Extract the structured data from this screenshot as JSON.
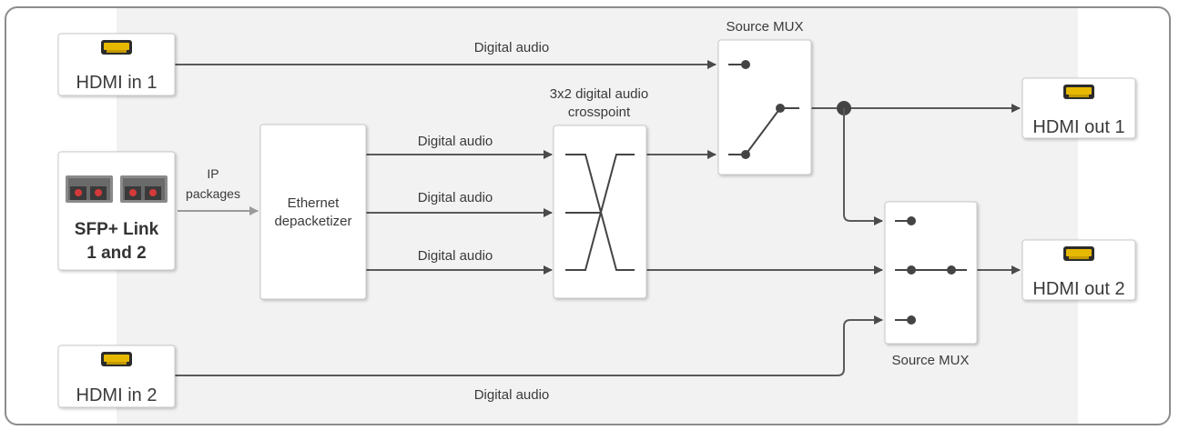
{
  "inputs": {
    "hdmi_in_1": "HDMI in 1",
    "hdmi_in_2": "HDMI in 2",
    "sfp_line1": "SFP+ Link",
    "sfp_line2": "1 and 2"
  },
  "outputs": {
    "hdmi_out_1": "HDMI out 1",
    "hdmi_out_2": "HDMI out 2"
  },
  "blocks": {
    "ethernet_line1": "Ethernet",
    "ethernet_line2": "depacketizer",
    "crosspoint_line1": "3x2 digital audio",
    "crosspoint_line2": "crosspoint",
    "source_mux_top": "Source MUX",
    "source_mux_bottom": "Source MUX"
  },
  "links": {
    "ip_line1": "IP",
    "ip_line2": "packages",
    "digital_audio": "Digital audio"
  },
  "colors": {
    "frame_border": "#8c8c8c",
    "panel_bg": "#f2f2f2",
    "hdmi_port_gold": "#e6b800"
  }
}
